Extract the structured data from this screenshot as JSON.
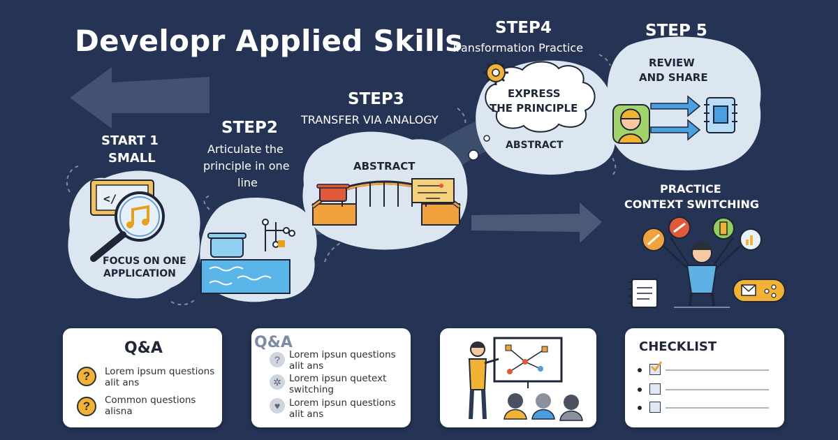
{
  "title": "Developr Applied Skills",
  "steps": {
    "s1": {
      "heading_line1": "START 1",
      "heading_line2": "SMALL",
      "caption_line1": "FOCUS ON ONE",
      "caption_line2": "APPLICATION"
    },
    "s2": {
      "heading": "STEP2",
      "line1": "Articulate the",
      "line2": "principle in one",
      "line3": "line"
    },
    "s3": {
      "heading": "STEP3",
      "subtitle": "TRANSFER VIA ANALOGY",
      "caption": "ABSTRACT"
    },
    "s4": {
      "heading": "STEP4",
      "subtitle": "Transformation Practice",
      "cloud_line1": "EXPRESS",
      "cloud_line2": "THE PRINCIPLE",
      "caption": "ABSTRACT"
    },
    "s5": {
      "heading": "STEP 5",
      "caption_line1": "REVIEW",
      "caption_line2": "AND SHARE"
    },
    "practice": {
      "line1": "PRACTICE",
      "line2": "CONTEXT SWITCHING"
    }
  },
  "cards": {
    "qa1": {
      "title": "Q&A",
      "items": [
        {
          "l1": "Lorem ipsum questions",
          "l2": "alit ans"
        },
        {
          "l1": "Common questions",
          "l2": "alisna"
        }
      ]
    },
    "qa2": {
      "title": "Q&A",
      "items": [
        {
          "l1": "Lorem ipsun questions",
          "l2": "alit ans"
        },
        {
          "l1": "Lorem ipsun quetext",
          "l2": "switching"
        },
        {
          "l1": "Lorem ipsun questions",
          "l2": "alit ans"
        }
      ]
    },
    "checklist": {
      "title": "CHECKLIST",
      "checked": [
        true,
        false,
        false
      ]
    }
  },
  "icons": {
    "step1": "magnifier-music-icon",
    "step2": "pot-and-circuit-icon",
    "step3": "bridge-icon",
    "step4": "gear-icon",
    "step5": "person-chip-icon",
    "practice": "juggling-person-icon",
    "presenter": "presenter-board-icon"
  },
  "colors": {
    "background": "#253354",
    "bubble": "#dce6f1",
    "accent": "#f2b233",
    "arrow": "#4a9fe0"
  }
}
